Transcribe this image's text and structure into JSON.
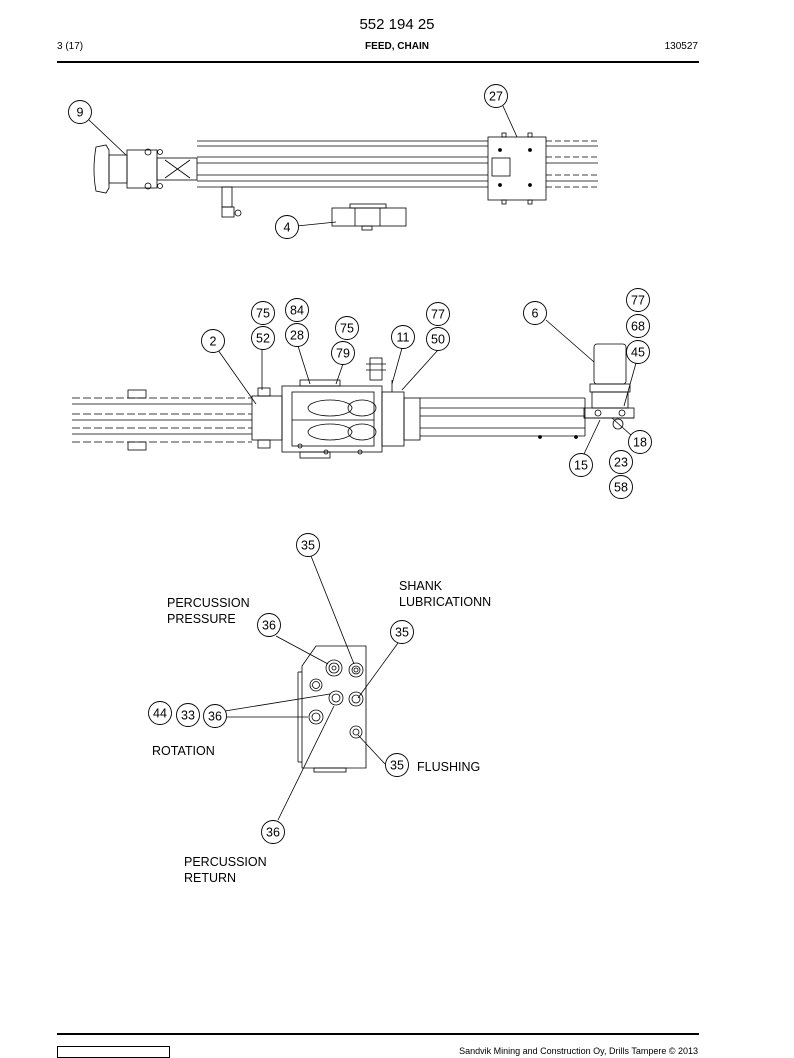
{
  "header": {
    "part_number": "552 194 25",
    "page": "3 (17)",
    "section": "FEED, CHAIN",
    "date_code": "130527"
  },
  "footer": {
    "copyright": "Sandvik Mining and Construction Oy, Drills Tampere © 2013"
  },
  "view1": {
    "callouts": [
      "9",
      "27",
      "4"
    ]
  },
  "view2": {
    "callouts": [
      "75",
      "84",
      "52",
      "28",
      "2",
      "75",
      "79",
      "11",
      "77",
      "50",
      "6",
      "77",
      "68",
      "45",
      "18",
      "15",
      "23",
      "58"
    ]
  },
  "view3": {
    "callouts": [
      "35",
      "36",
      "35",
      "44",
      "33",
      "36",
      "35",
      "36"
    ],
    "labels": {
      "percussion_pressure": "PERCUSSION\nPRESSURE",
      "shank_lubrication": "SHANK\nLUBRICATIONN",
      "rotation": "ROTATION",
      "flushing": "FLUSHING",
      "percussion_return": "PERCUSSION\nRETURN"
    }
  }
}
